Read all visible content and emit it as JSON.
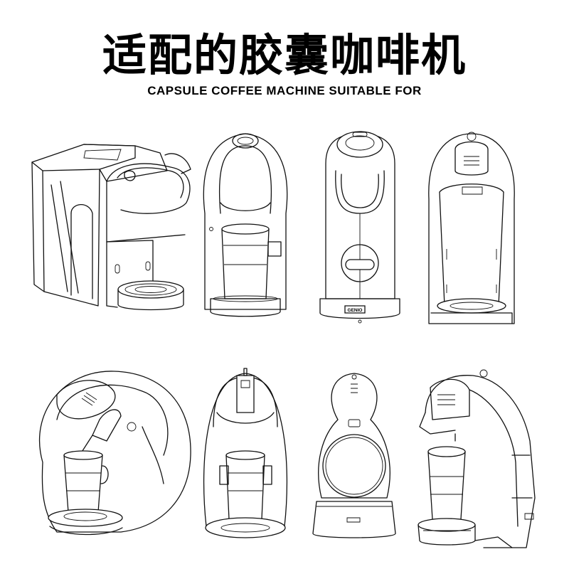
{
  "header": {
    "title_cn": "适配的胶囊咖啡机",
    "title_en": "CAPSULE COFFEE MACHINE SUITABLE FOR"
  },
  "machines": {
    "genio_badge": "GENIO"
  }
}
